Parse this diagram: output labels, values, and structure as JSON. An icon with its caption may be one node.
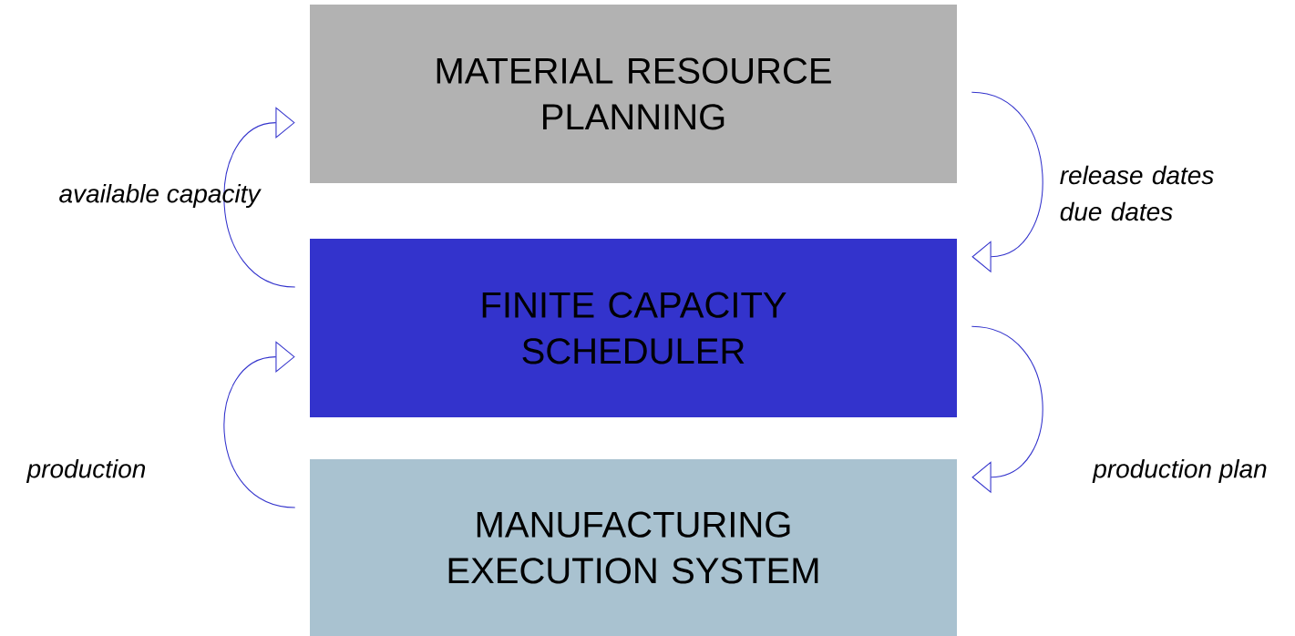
{
  "diagram": {
    "nodes": [
      {
        "text": [
          "MATERIAL RESOURCE PLANNING"
        ]
      },
      {
        "text": [
          "FINITE CAPACITY SCHEDULER"
        ]
      },
      {
        "text": [
          "MANUFACTURING EXECUTION SYSTEM"
        ]
      }
    ],
    "edges": [
      {
        "from": 1,
        "to": 0,
        "arrow": "to",
        "label": "available capacity"
      },
      {
        "from": 0,
        "to": 1,
        "arrow": "to",
        "label": "release dates due dates"
      },
      {
        "from": 2,
        "to": 1,
        "arrow": "to",
        "label": "production"
      },
      {
        "from": 1,
        "to": 2,
        "arrow": "to",
        "label": "production plan"
      }
    ]
  }
}
